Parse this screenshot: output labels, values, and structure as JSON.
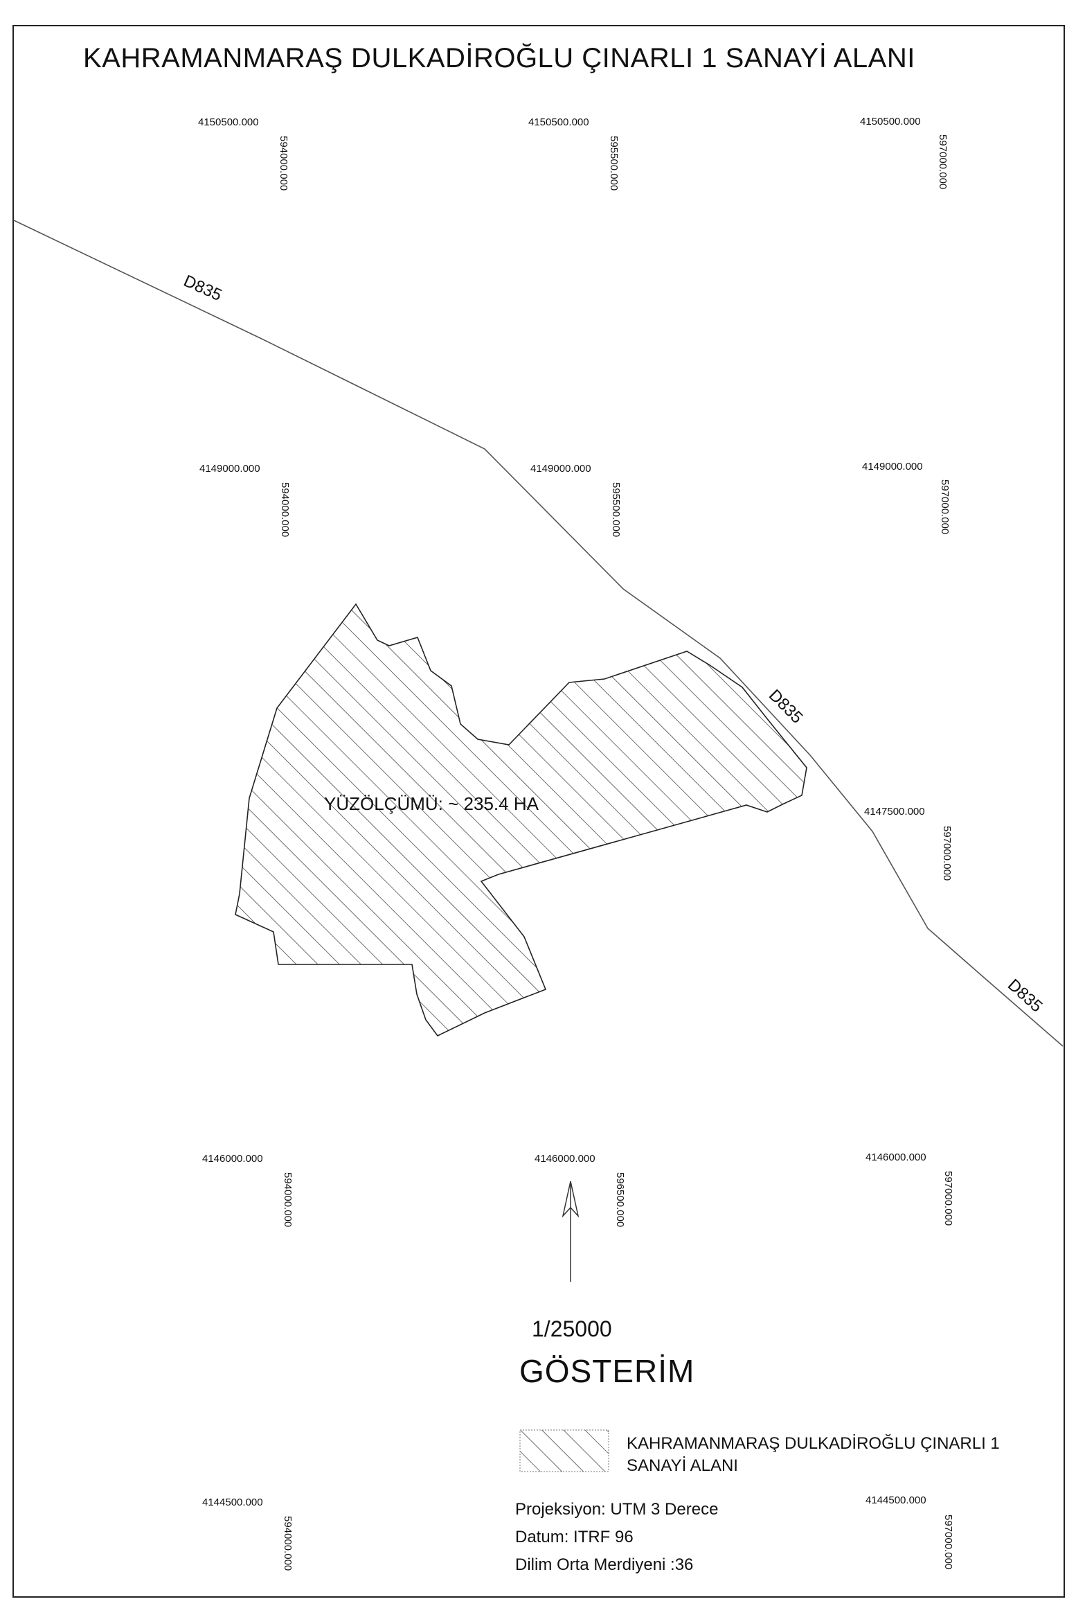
{
  "title": "KAHRAMANMARAŞ DULKADİROĞLU ÇINARLI 1 SANAYİ ALANI",
  "grid": {
    "northings": [
      "4150500.000",
      "4149000.000",
      "4147500.000",
      "4146000.000",
      "4144500.000"
    ],
    "eastings": [
      "594000.000",
      "595500.000",
      "597000.000",
      "596500.000"
    ]
  },
  "road": {
    "name": "D835"
  },
  "area": {
    "label": "YÜZÖLÇÜMÜ: ~ 235.4 HA"
  },
  "north_arrow": true,
  "scale": "1/25000",
  "legend": {
    "title": "GÖSTERİM",
    "item": "KAHRAMANMARAŞ DULKADİROĞLU ÇINARLI 1 SANAYİ ALANI"
  },
  "info": {
    "projection": "Projeksiyon: UTM 3 Derece",
    "datum": "Datum: ITRF 96",
    "zone": "Dilim Orta Merdiyeni :36"
  },
  "colors": {
    "ink": "#111111",
    "hatch": "#333333",
    "road": "#555555"
  }
}
